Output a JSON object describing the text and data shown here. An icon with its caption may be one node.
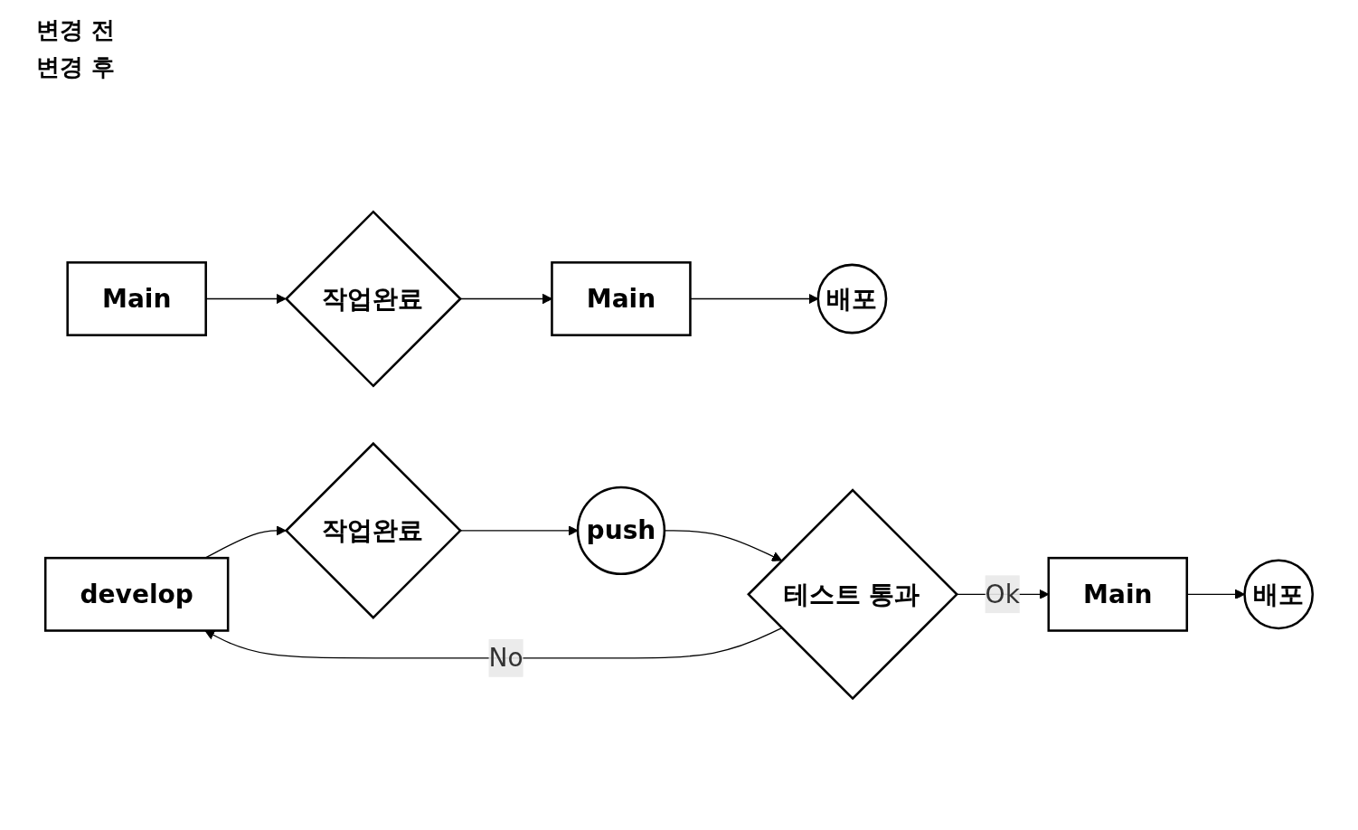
{
  "diagram": {
    "nodes": [
      {
        "text": [
          "Main"
        ]
      },
      {
        "text": [
          "작업완료"
        ]
      },
      {
        "text": [
          "Main"
        ]
      },
      {
        "text": [
          "배포"
        ]
      },
      {
        "text": [
          "develop"
        ]
      },
      {
        "text": [
          "작업완료"
        ]
      },
      {
        "text": [
          "push"
        ]
      },
      {
        "text": [
          "테스트 통과"
        ]
      },
      {
        "text": [
          "Main"
        ]
      },
      {
        "text": [
          "배포"
        ]
      }
    ],
    "edges": [
      {
        "from": 0,
        "to": 1,
        "arrow": "to"
      },
      {
        "from": 1,
        "to": 2,
        "arrow": "to"
      },
      {
        "from": 2,
        "to": 3,
        "arrow": "to"
      },
      {
        "from": 4,
        "to": 5,
        "arrow": "to"
      },
      {
        "from": 5,
        "to": 6,
        "arrow": "to"
      },
      {
        "from": 6,
        "to": 7,
        "arrow": "to"
      },
      {
        "from": 7,
        "to": 8,
        "label": "Ok",
        "arrow": "to"
      },
      {
        "from": 8,
        "to": 9,
        "arrow": "to"
      },
      {
        "from": 7,
        "to": 4,
        "label": "No",
        "arrow": "to"
      }
    ],
    "labels": [
      "변경 전",
      "변경 후"
    ]
  }
}
